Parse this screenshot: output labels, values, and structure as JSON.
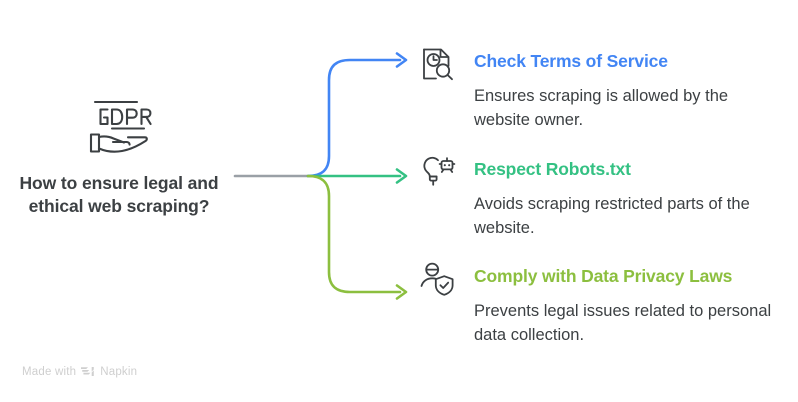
{
  "diagram": {
    "type": "mind-map",
    "root": {
      "icon": "gdpr-hand-icon",
      "icon_label": "GDPR",
      "title": "How to ensure legal and ethical web scraping?",
      "title_lines": [
        "How to ensure legal",
        "and ethical web",
        "scraping?"
      ],
      "color": "#3c4043"
    },
    "branches": [
      {
        "id": "check-terms-of-service",
        "icon": "document-clock-search-icon",
        "title": "Check Terms of Service",
        "description": "Ensures scraping is allowed by the website owner.",
        "description_lines": [
          "Ensures scraping is allowed by",
          "the website owner."
        ],
        "color": "#4285f4",
        "connector": "curve-up"
      },
      {
        "id": "respect-robots-txt",
        "icon": "lightbulb-robot-icon",
        "title": "Respect Robots.txt",
        "description": "Avoids scraping restricted parts of the website.",
        "description_lines": [
          "Avoids scraping restricted parts",
          "of the website."
        ],
        "color": "#34c183",
        "connector": "straight"
      },
      {
        "id": "comply-with-data-privacy-laws",
        "icon": "person-shield-check-icon",
        "title": "Comply with Data Privacy Laws",
        "description": "Prevents legal issues related to personal data collection.",
        "description_lines": [
          "Prevents legal issues related to",
          "personal data collection."
        ],
        "color": "#8cbf3f",
        "connector": "curve-down"
      }
    ],
    "stem_color": "#9aa0a6",
    "icon_stroke": "#3c4043",
    "background": "#ffffff"
  },
  "footer": {
    "made_with": "Made with",
    "brand": "Napkin",
    "logo": "napkin-logo",
    "color": "#cfcfcf"
  }
}
